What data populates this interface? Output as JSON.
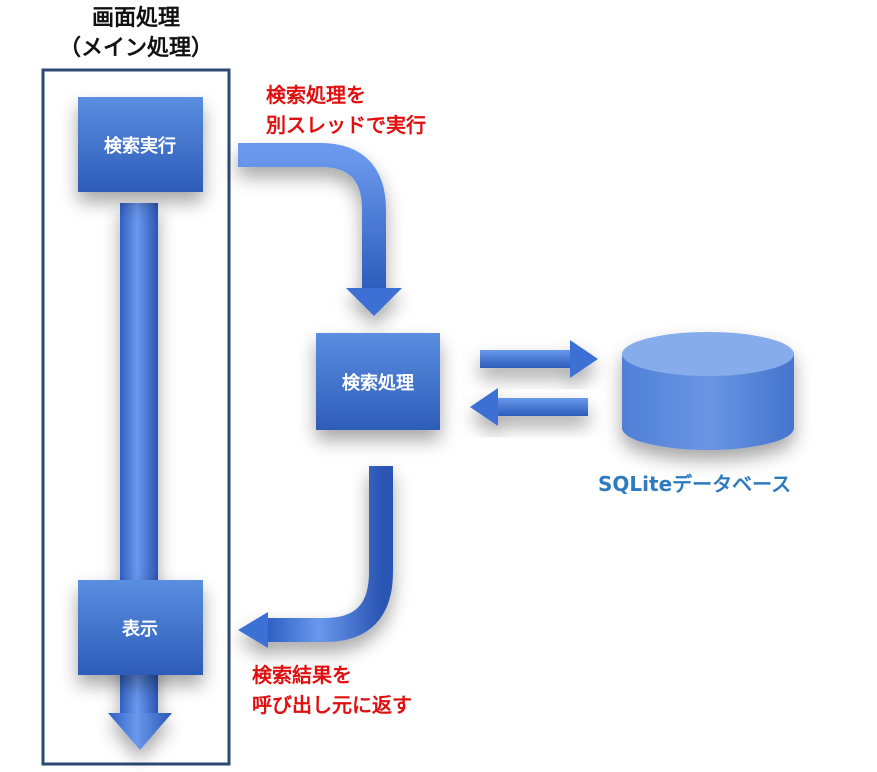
{
  "title": {
    "line1": "画面処理",
    "line2": "（メイン処理）"
  },
  "boxes": {
    "search_exec": "検索実行",
    "search_proc": "検索処理",
    "display": "表示"
  },
  "notes": {
    "thread": {
      "line1": "検索処理を",
      "line2": "別スレッドで実行"
    },
    "return": {
      "line1": "検索結果を",
      "line2": "呼び出し元に返す"
    }
  },
  "database": {
    "label": "SQLiteデータベース"
  },
  "colors": {
    "box": "#3d6fc9",
    "arrow": "#4a7de0",
    "frame": "#2e4a72",
    "note": "#e01010",
    "db_label": "#2f7bc0"
  }
}
